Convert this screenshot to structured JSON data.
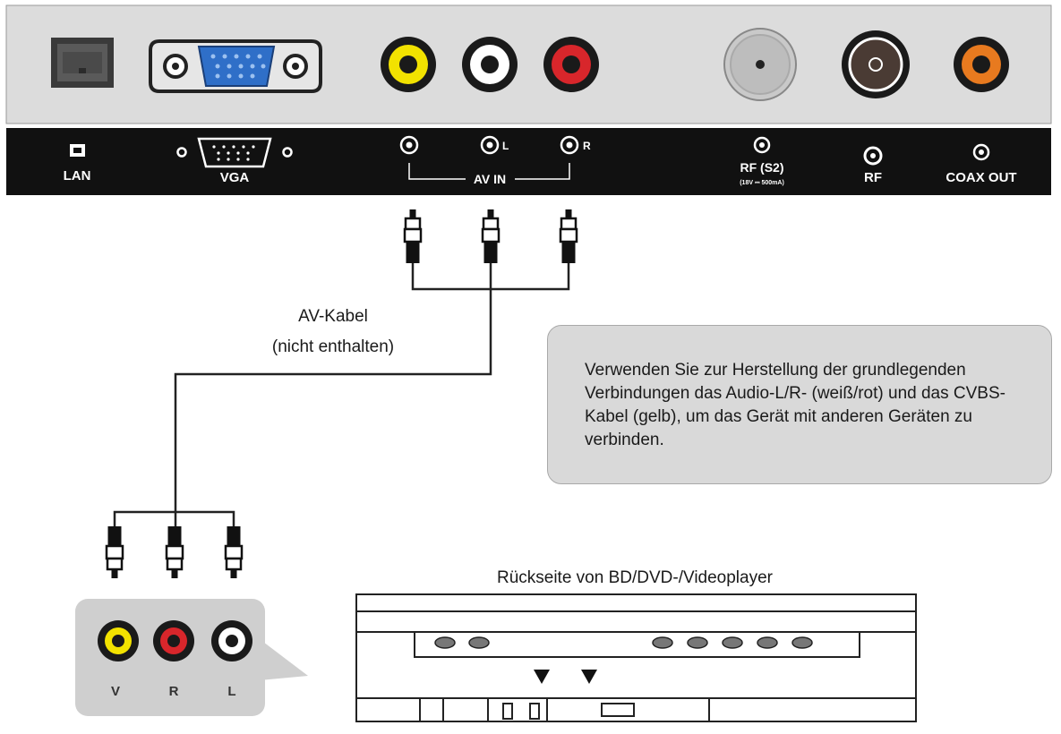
{
  "panel": {
    "labels": {
      "lan": "LAN",
      "vga": "VGA",
      "av_in": "AV IN",
      "av_l": "L",
      "av_r": "R",
      "rf_s2": "RF (S2)",
      "rf_s2_sub": "(18V ⎓ 500mA)",
      "rf": "RF",
      "coax_out": "COAX OUT"
    }
  },
  "cable": {
    "label_line1": "AV-Kabel",
    "label_line2": "(nicht enthalten)"
  },
  "note": {
    "text": "Verwenden Sie zur Herstellung der grundlegenden Verbindungen das Audio-L/R- (weiß/rot) und das CVBS-Kabel (gelb), um das Gerät mit anderen Geräten zu verbinden."
  },
  "player": {
    "title": "Rückseite von BD/DVD-/Videoplayer",
    "jacks": {
      "v": "V",
      "r": "R",
      "l": "L"
    }
  },
  "colors": {
    "video_yellow": "#f2e200",
    "audio_red": "#d8262b",
    "audio_white": "#ffffff",
    "coax_orange": "#e87a1f",
    "vga_blue": "#2f6fc8",
    "panel_gray": "#dcdcdc",
    "strip_black": "#111111"
  },
  "icons": [
    "lan-port-icon",
    "vga-port-icon",
    "rca-jack-icon",
    "rca-plug-icon",
    "coax-port-icon",
    "arrow-down-icon"
  ]
}
